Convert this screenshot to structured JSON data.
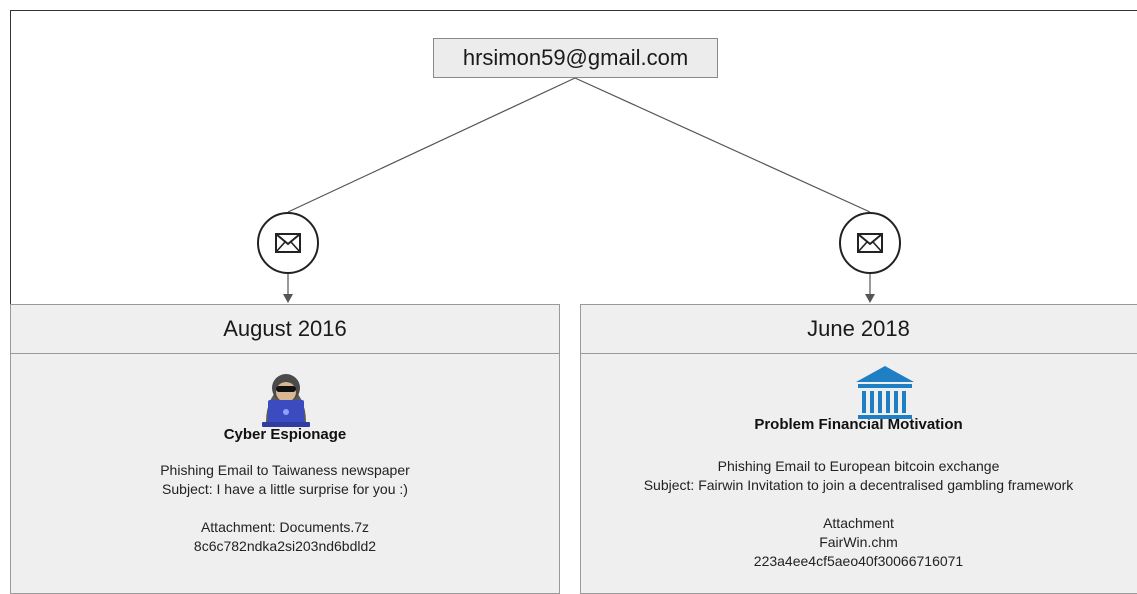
{
  "root": {
    "email": "hrsimon59@gmail.com"
  },
  "icons": {
    "node_icon": "envelope-icon"
  },
  "left_panel": {
    "date": "August 2016",
    "icon": "hacker-icon",
    "title": "Cyber Espionage",
    "line1": "Phishing Email to Taiwaness newspaper",
    "line2": "Subject: I have a little surprise for you :)",
    "attachment_line": "Attachment: Documents.7z",
    "hash": "8c6c782ndka2si203nd6bdld2"
  },
  "right_panel": {
    "date": "June 2018",
    "icon": "bank-icon",
    "title": "Problem Financial Motivation",
    "line1": "Phishing Email to European bitcoin exchange",
    "line2": "Subject: Fairwin Invitation to join a decentralised gambling framework",
    "attachment_label": "Attachment",
    "attachment_file": "FairWin.chm",
    "hash": "223a4ee4cf5aeo40f30066716071"
  },
  "colors": {
    "hacker_laptop": "#3b4cc0",
    "bank_icon": "#1e7fc4",
    "panel_bg": "#efefef",
    "root_bg": "#ececec"
  }
}
